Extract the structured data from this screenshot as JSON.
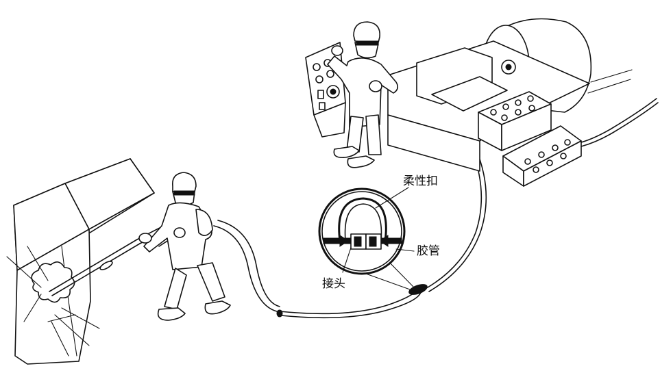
{
  "labels": {
    "flexible_buckle": "柔性扣",
    "hose": "胶管",
    "connector": "接头"
  }
}
